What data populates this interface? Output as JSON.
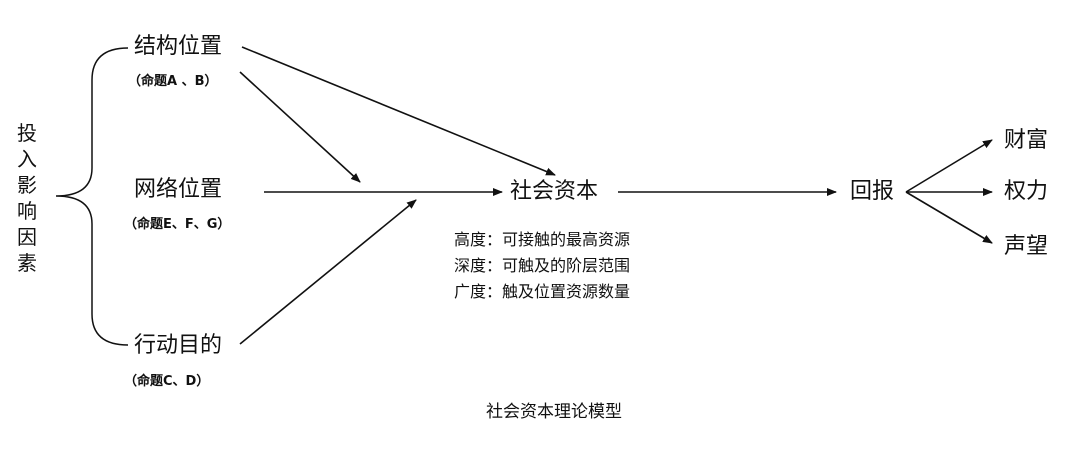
{
  "side_label": "投入影响因素",
  "factors": [
    {
      "name": "结构位置",
      "prop": "（命题A 、B）"
    },
    {
      "name": "网络位置",
      "prop": "（命题E、F、G）"
    },
    {
      "name": "行动目的",
      "prop": "（命题C、D）"
    }
  ],
  "center": {
    "name": "社会资本",
    "dims": [
      "高度：可接触的最高资源",
      "深度：可触及的阶层范围",
      "广度：触及位置资源数量"
    ]
  },
  "return": {
    "name": "回报",
    "outcomes": [
      "财富",
      "权力",
      "声望"
    ]
  },
  "caption": "社会资本理论模型",
  "colors": {
    "ink": "#111111",
    "background": "#ffffff"
  }
}
